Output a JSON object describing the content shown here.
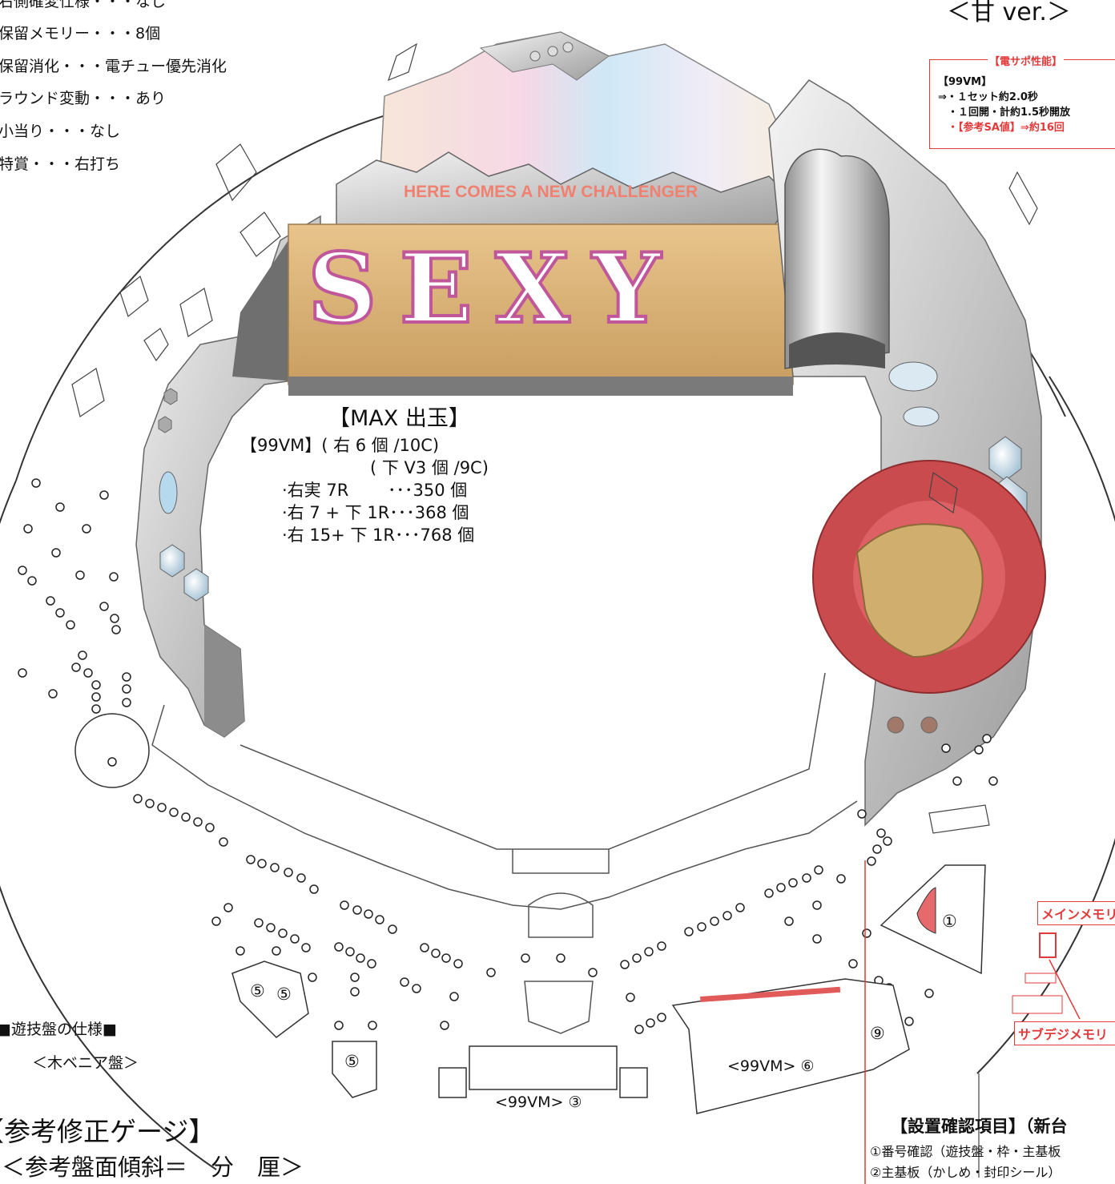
{
  "spec_lines": [
    "右側確変仕様・・・なし",
    "保留メモリー・・・8個",
    "保留消化・・・電チュー優先消化",
    "ラウンド変動・・・あり",
    "小当り・・・なし",
    "特賞・・・右打ち"
  ],
  "version_label": "＜甘 ver.＞",
  "densapo": {
    "title": "【電サポ性能】",
    "spec": "【99VM】",
    "line1": "⇒・１セット約2.0秒",
    "line2": "・１回開・計約1.5秒開放",
    "line3": "・【参考SA値】⇒約16回"
  },
  "logo": {
    "tagline": "HERE COMES A NEW CHALLENGER",
    "title": "SEXY"
  },
  "max_out": {
    "heading": "【MAX 出玉】",
    "row1": "【99VM】( 右 6 個 /10C)",
    "row2": "( 下 V3 個 /9C)",
    "row3": "·右実 7R 　　･･･350 個",
    "row4": "·右 7 + 下 1R･･･368 個",
    "row5": "·右 15+ 下 1R･･･768 個"
  },
  "board_labels": {
    "n1": "①",
    "n5a": "⑤",
    "n5b": "⑤",
    "n5c": "⑤",
    "n9": "⑨",
    "attacker_bottom": "<99VM> ③",
    "attacker_right": "<99VM> ⑥"
  },
  "memory": {
    "main": "メインメモリ",
    "sub": "サブデジメモリ"
  },
  "board_spec": {
    "title": "■遊技盤の仕様■",
    "type": "＜木ベニア盤＞"
  },
  "gauge": {
    "title": "【参考修正ゲージ】",
    "tilt": "＜参考盤面傾斜＝　分　厘＞"
  },
  "check": {
    "title": "【設置確認項目】（新台",
    "item1": "①番号確認（遊技盤・枠・主基板",
    "item2": "②主基板（かしめ・封印シール）"
  },
  "colors": {
    "accent_red": "#e23a3a",
    "logo_pink": "#c0579a",
    "logo_gold": "#d9b071",
    "tagline": "#f08070"
  }
}
